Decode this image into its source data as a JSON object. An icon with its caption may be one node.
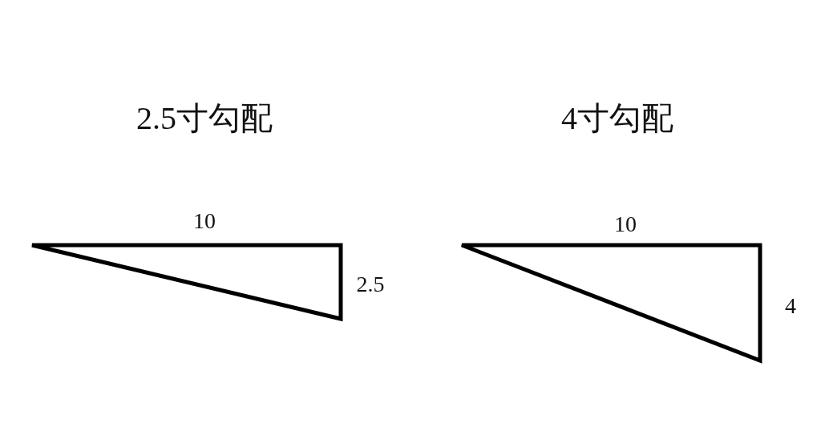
{
  "diagram": {
    "nodes": [
      {
        "text": [],
        "shape": "triangle"
      },
      {
        "text": [],
        "shape": "triangle"
      }
    ],
    "labels": [
      "2.5寸勾配",
      "4寸勾配",
      "10",
      "10",
      "2.5",
      "4"
    ]
  }
}
